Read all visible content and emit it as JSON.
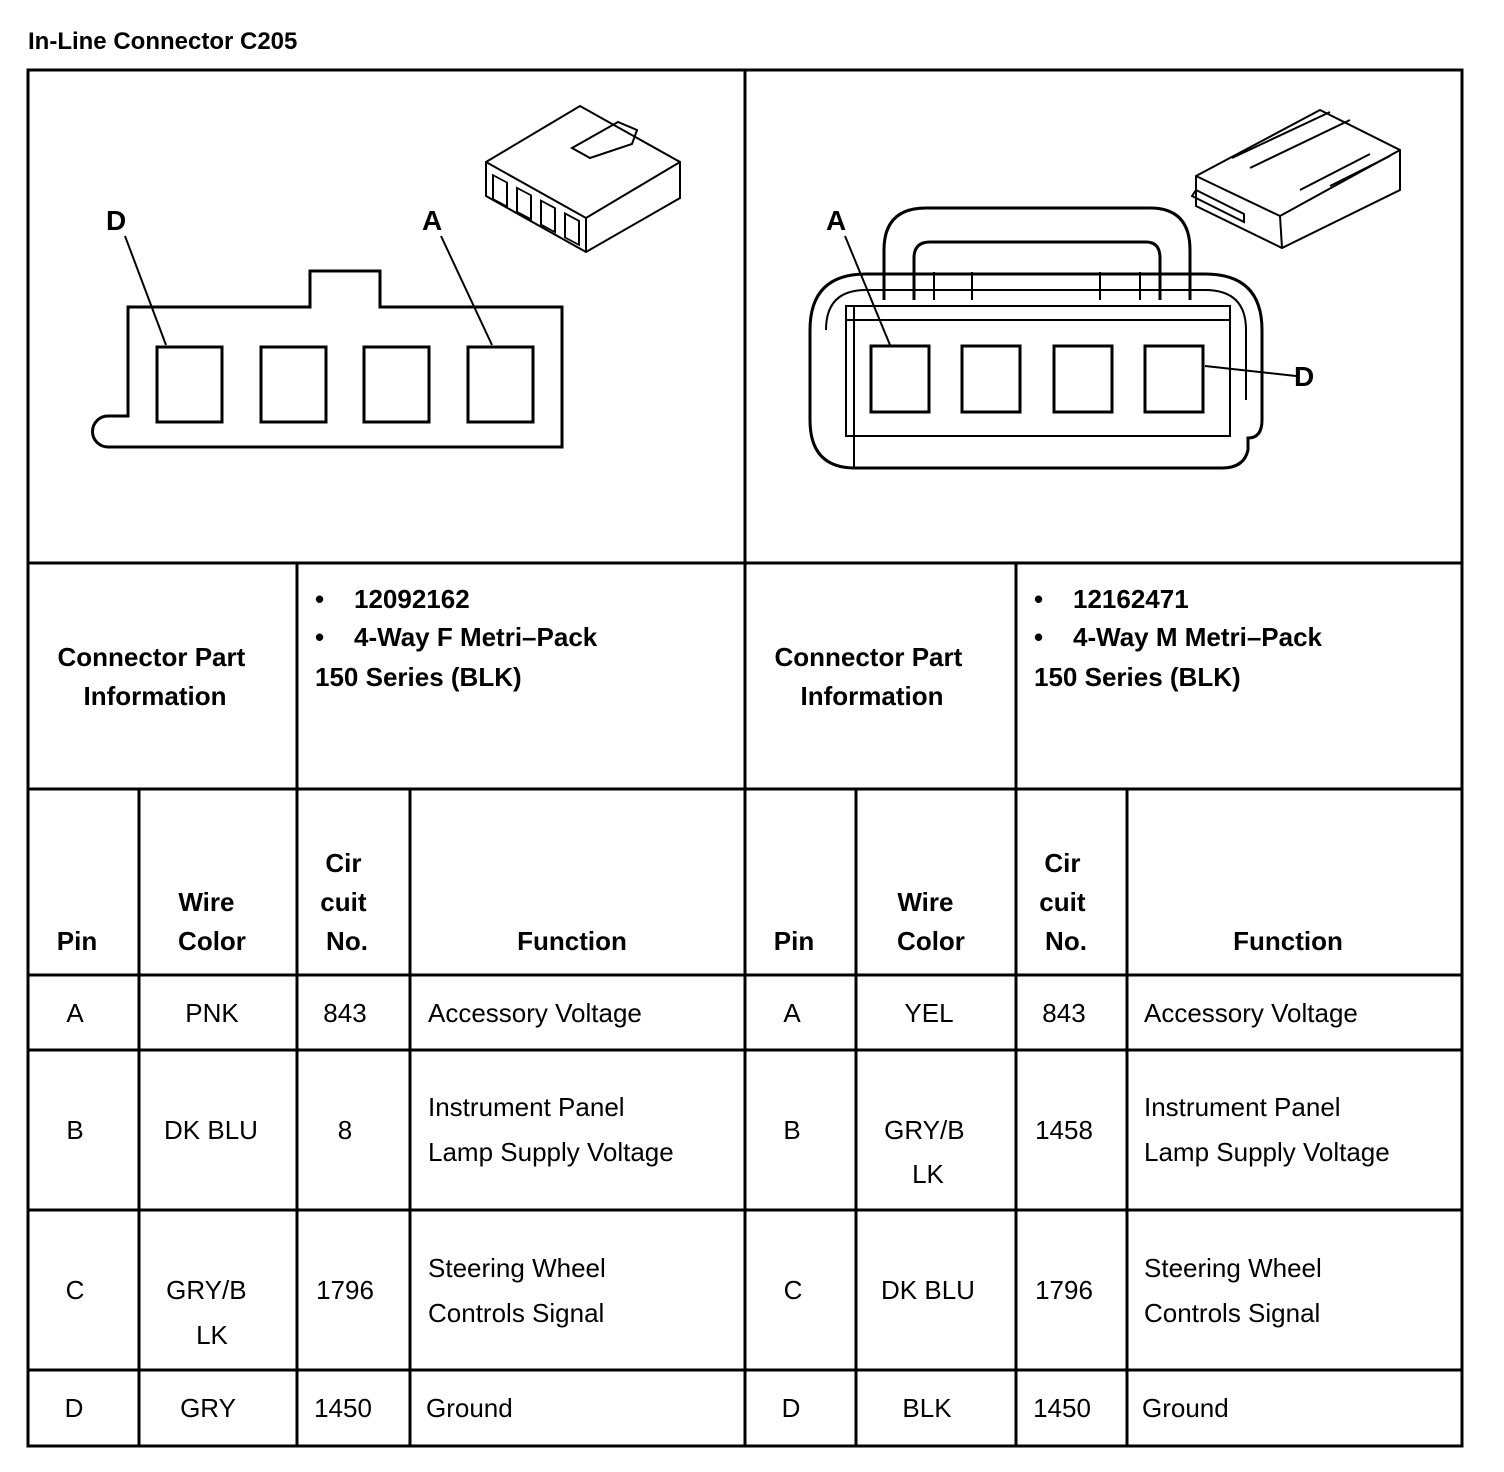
{
  "title": "In-Line Connector C205",
  "left": {
    "pin_labels": {
      "first": "D",
      "last": "A"
    },
    "part_info_label": [
      "Connector Part",
      "Information"
    ],
    "part_info": {
      "bullets": [
        "12092162",
        "4-Way F Metri–Pack"
      ],
      "line3": "150 Series (BLK)"
    },
    "headers": {
      "pin": "Pin",
      "wire": [
        "Wire",
        "Color"
      ],
      "circuit": [
        "Cir",
        "cuit",
        "No."
      ],
      "function": "Function"
    },
    "rows": [
      {
        "pin": "A",
        "wire": [
          "PNK"
        ],
        "circuit": "843",
        "function": [
          "Accessory Voltage"
        ]
      },
      {
        "pin": "B",
        "wire": [
          "DK BLU"
        ],
        "circuit": "8",
        "function": [
          "Instrument Panel",
          "Lamp Supply Voltage"
        ]
      },
      {
        "pin": "C",
        "wire": [
          "GRY/B",
          "LK"
        ],
        "circuit": "1796",
        "function": [
          "Steering Wheel",
          "Controls Signal"
        ]
      },
      {
        "pin": "D",
        "wire": [
          "GRY"
        ],
        "circuit": "1450",
        "function": [
          "Ground"
        ]
      }
    ]
  },
  "right": {
    "pin_labels": {
      "first": "A",
      "last": "D"
    },
    "part_info_label": [
      "Connector Part",
      "Information"
    ],
    "part_info": {
      "bullets": [
        "12162471",
        "4-Way M Metri–Pack"
      ],
      "line3": "150 Series (BLK)"
    },
    "headers": {
      "pin": "Pin",
      "wire": [
        "Wire",
        "Color"
      ],
      "circuit": [
        "Cir",
        "cuit",
        "No."
      ],
      "function": "Function"
    },
    "rows": [
      {
        "pin": "A",
        "wire": [
          "YEL"
        ],
        "circuit": "843",
        "function": [
          "Accessory Voltage"
        ]
      },
      {
        "pin": "B",
        "wire": [
          "GRY/B",
          "LK"
        ],
        "circuit": "1458",
        "function": [
          "Instrument Panel",
          "Lamp Supply Voltage"
        ]
      },
      {
        "pin": "C",
        "wire": [
          "DK BLU"
        ],
        "circuit": "1796",
        "function": [
          "Steering Wheel",
          "Controls Signal"
        ]
      },
      {
        "pin": "D",
        "wire": [
          "BLK"
        ],
        "circuit": "1450",
        "function": [
          "Ground"
        ]
      }
    ]
  },
  "bullet_glyph": "•"
}
